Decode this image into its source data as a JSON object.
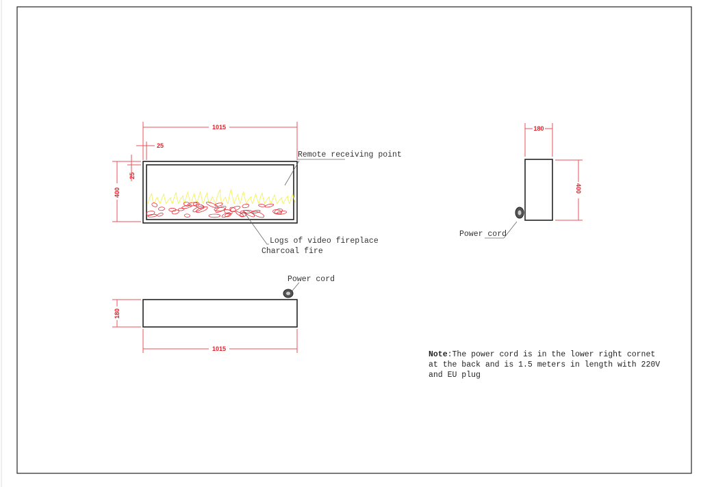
{
  "front_view": {
    "width_dim": "1015",
    "height_dim": "400",
    "frame_x_dim": "25",
    "frame_y_dim": "25",
    "label_remote": "Remote receiving point",
    "label_logs": "Logs of video fireplace",
    "label_charcoal": "Charcoal fire"
  },
  "top_view": {
    "width_dim": "1015",
    "depth_dim": "180",
    "label_power": "Power cord"
  },
  "side_view": {
    "depth_dim": "180",
    "height_dim": "400",
    "label_power": "Power cord"
  },
  "note": {
    "bold": "Note",
    "lines": [
      ":The power cord is in the lower right cornet",
      "at the back and is 1.5 meters in length with 220V",
      "and EU plug"
    ]
  },
  "colors": {
    "dimension": "#e0202a",
    "flame": "#f2f25a",
    "logs": "#e8303a"
  }
}
